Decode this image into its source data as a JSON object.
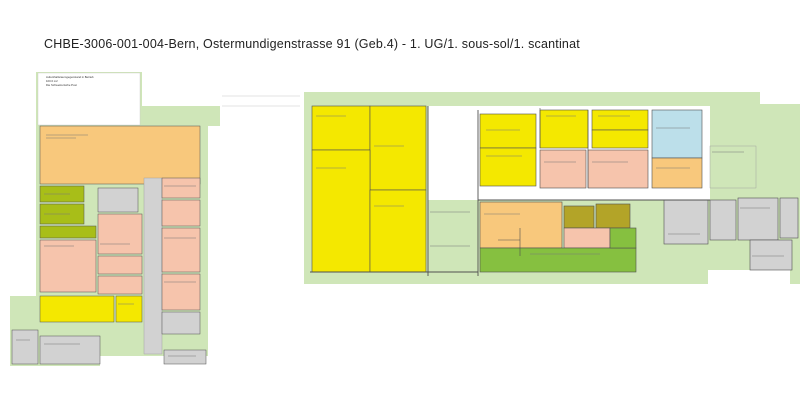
{
  "title": "CHBE-3006-001-004-Bern, Ostermundigenstrasse 91 (Geb.4) - 1. UG/1. sous-sol/1. scantinat",
  "header_note": {
    "line1": "Aufenthaltsraumgegenstand in Betrieb",
    "line2": "100.0 m2",
    "line3": "Die Schweizerische Post"
  },
  "colors": {
    "green_zone": "#cfe6b8",
    "yellow": "#f4e800",
    "orange": "#f8c87c",
    "salmon": "#f6c4ac",
    "olive": "#a8be18",
    "green": "#86c040",
    "khaki": "#b3a428",
    "blue": "#bcdfea",
    "grey": "#d2d2d2",
    "wall": "#505050"
  }
}
